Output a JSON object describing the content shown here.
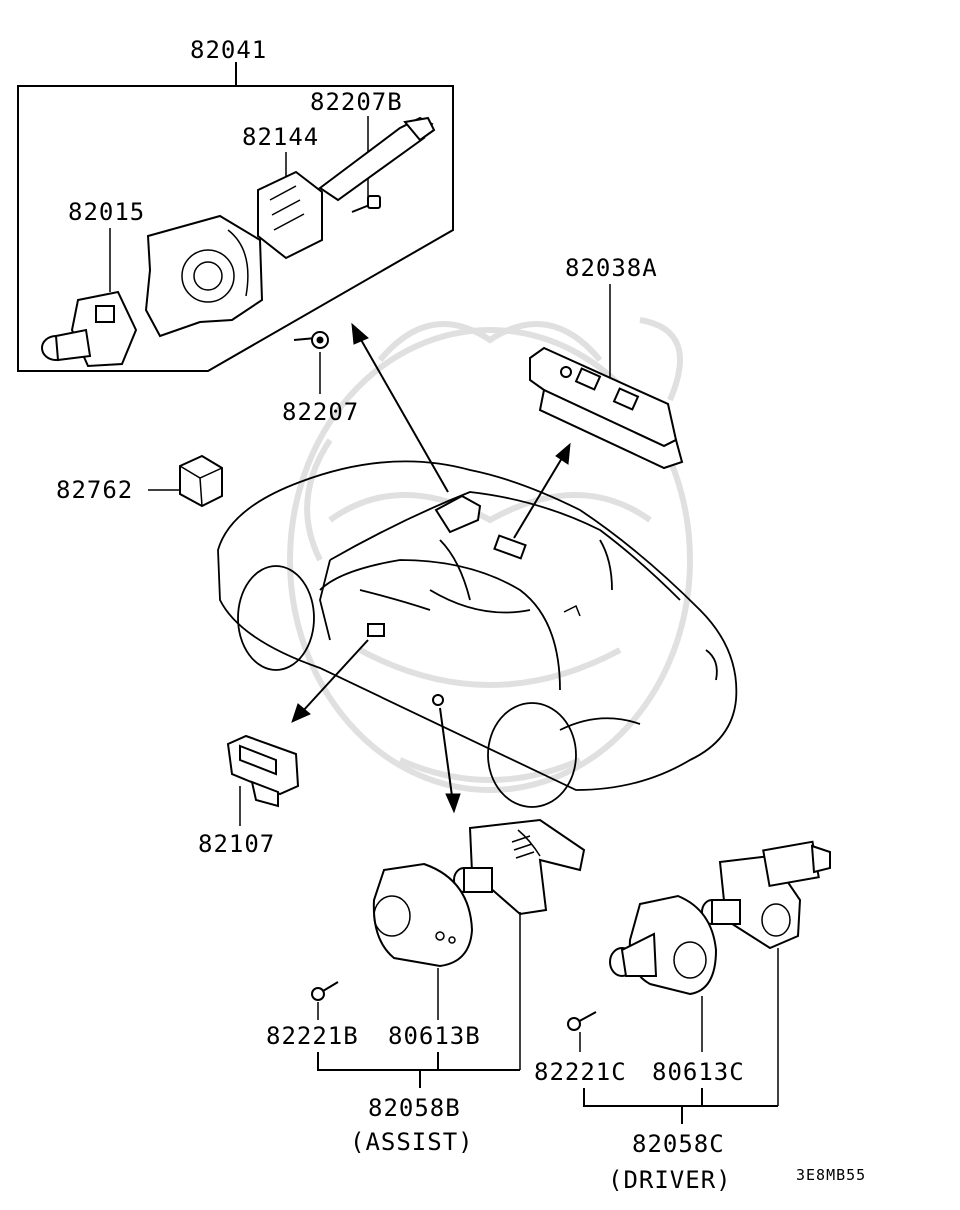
{
  "diagram": {
    "labels": {
      "p82041": "82041",
      "p82207B": "82207B",
      "p82144": "82144",
      "p82015": "82015",
      "p82207": "82207",
      "p82038A": "82038A",
      "p82762": "82762",
      "p82107": "82107",
      "p82221B": "82221B",
      "p80613B": "80613B",
      "p82058B": "82058B",
      "assist": "(ASSIST)",
      "p82221C": "82221C",
      "p80613C": "80613C",
      "p82058C": "82058C",
      "driver": "(DRIVER)",
      "code": "3E8MB55"
    }
  }
}
